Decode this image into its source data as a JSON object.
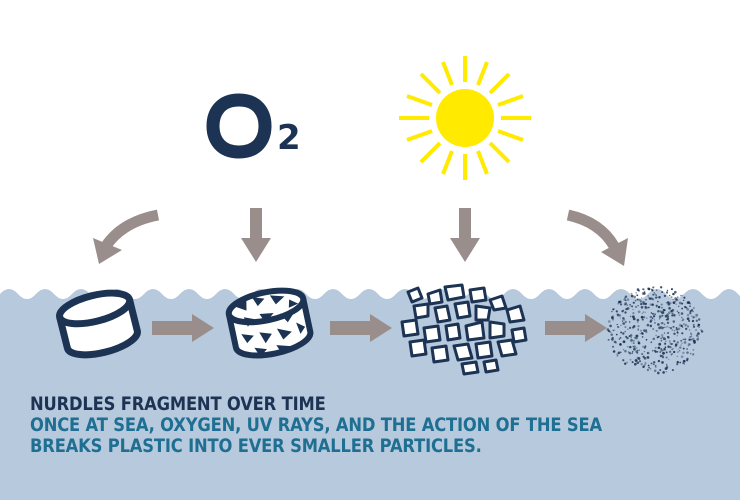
{
  "oxygen_symbol": {
    "element": "O",
    "subscript": "2"
  },
  "caption": {
    "title": "NURDLES FRAGMENT OVER TIME",
    "line1": "ONCE AT SEA, OXYGEN, UV RAYS, AND THE ACTION OF THE SEA",
    "line2": "BREAKS PLASTIC INTO EVER SMALLER PARTICLES."
  },
  "colors": {
    "navy": "#1c3353",
    "teal_text": "#1f6f93",
    "sea": "#b7c9dd",
    "arrow": "#9a8e8c",
    "sun": "#ffea00",
    "nurdle_fill": "#ffffff"
  },
  "icons": [
    "oxygen-o2-icon",
    "sun-icon",
    "nurdle-icon",
    "cracked-nurdle-icon",
    "fragments-icon",
    "microparticles-icon"
  ]
}
